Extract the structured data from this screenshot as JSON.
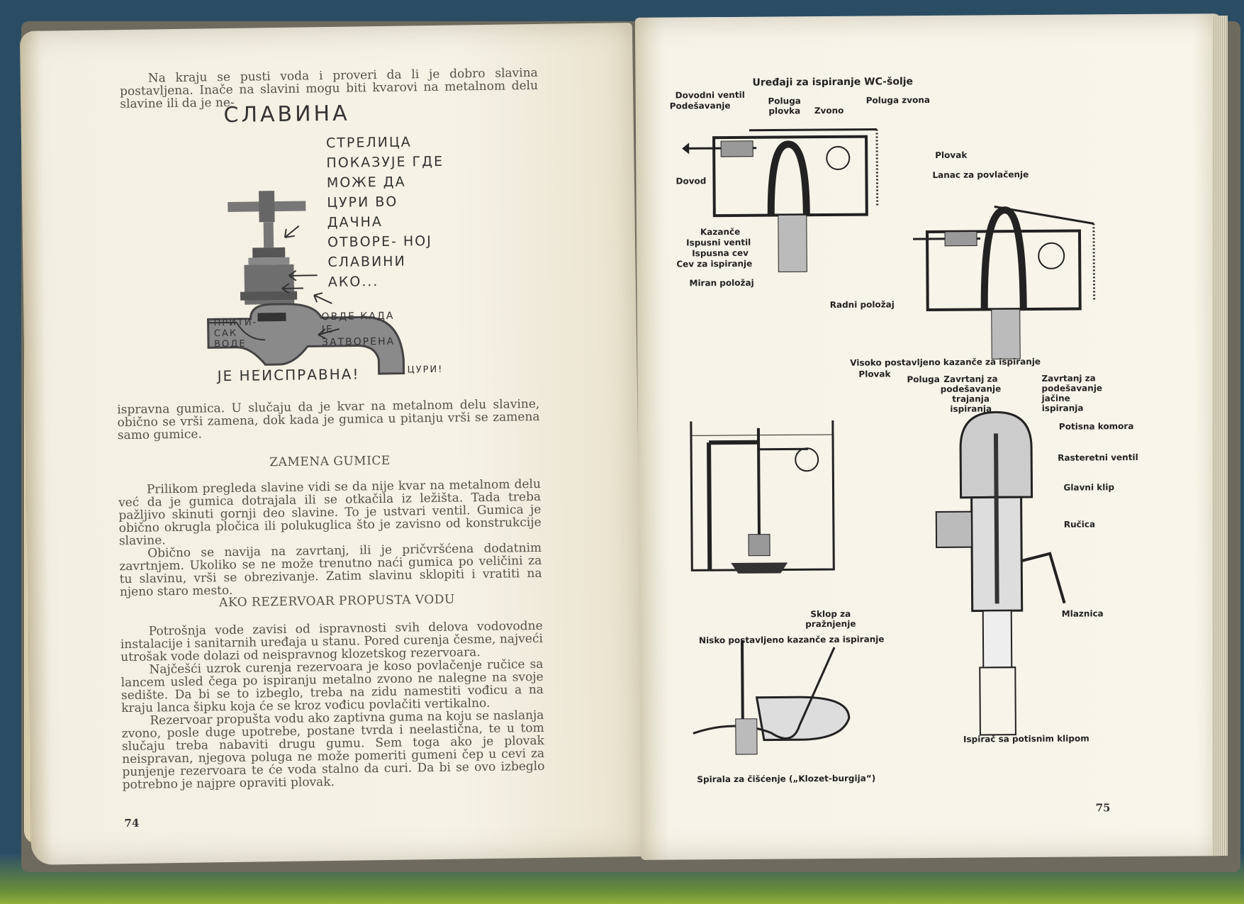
{
  "left_page": {
    "intro_lines": "Na kraju se pusti voda i proveri da li je dobro slavina postavljena. Inače na slavini mogu biti kvarovi na metalnom delu slavine ili da je ne-",
    "handwriting": {
      "title": "СЛАВИНА",
      "note": "СТРЕЛИЦА ПОКАЗУЈЕ ГДЕ МОЖЕ ДА ЦУРИ ВО ДАЧНА ОТВОРЕ- НОЈ СЛАВИНИ АКО...",
      "pressure": "ПРИТИ- САК ВОДЕ",
      "closed": "ОВДЕ КАДА ЈЕ ЗАТВОРЕНА",
      "cury": "ЦУРИ!",
      "broken": "ЈЕ НЕИСПРАВНА!"
    },
    "para1": "ispravna gumica. U slučaju da je kvar na metalnom delu slavine, obično se vrši zamena, dok kada je gumica u pitanju vrši se zamena samo gumice.",
    "heading1": "ZAMENA GUMICE",
    "para2": "Prilikom pregleda slavine vidi se da nije kvar na metalnom delu već da je gumica dotrajala ili se otkačila iz ležišta. Tada treba pažljivo skinuti gornji deo slavine. To je ustvari ventil. Gumica je obično okrugla pločica ili polukuglica što je zavisno od konstrukcije slavine.",
    "para3": "Obično se navija na zavrtanj, ili je pričvršćena dodatnim zavrtnjem. Ukoliko se ne može trenutno naći gumica po veličini za tu slavinu, vrši se obrezivanje. Zatim slavinu sklopiti i vratiti na njeno staro mesto.",
    "heading2": "AKO REZERVOAR PROPUSTA VODU",
    "para4": "Potrošnja vode zavisi od ispravnosti svih delova vodovodne instalacije i sanitarnih uređaja u stanu. Pored curenja česme, najveći utrošak vode dolazi od neispravnog klozetskog rezervoara.",
    "para5": "Najčešći uzrok curenja rezervoara je koso povlačenje ručice sa lancem usled čega po ispiranju metalno zvono ne nalegne na svoje sedište. Da bi se to izbeglo, treba na zidu namestiti vođicu a na kraju lanca šipku koja će se kroz vođicu povlačiti vertikalno.",
    "para6": "Rezervoar propušta vodu ako zaptivna guma na koju se naslanja zvono, posle duge upotrebe, postane tvrda i neelastična, te u tom slučaju treba nabaviti drugu gumu. Sem toga ako je plovak neispravan, njegova poluga ne može pomeriti gumeni čep u cevi za punjenje rezervoara te će voda stalno da curi. Da bi se ovo izbeglo potrebno je najpre opraviti plovak.",
    "page_number": "74"
  },
  "right_page": {
    "title": "Uređaji za ispiranje WC-šolje",
    "labels": {
      "dovodni_ventil": "Dovodni ventil",
      "podesavanje": "Podešavanje",
      "poluga_plovka": "Poluga plovka",
      "zvono": "Zvono",
      "poluga_zvona": "Poluga zvona",
      "plovak": "Plovak",
      "lanac": "Lanac za povlačenje",
      "dovod": "Dovod",
      "kazance": "Kazanče",
      "ispusni_ventil": "Ispusni ventil",
      "ispusna_cev": "Ispusna cev",
      "cev_ispiranje": "Cev za ispiranje",
      "miran": "Miran položaj",
      "radni": "Radni položaj",
      "visoko": "Visoko postavljeno kazanče za ispiranje",
      "plovak2": "Plovak",
      "poluga": "Poluga",
      "zavrtanj_trajanje": "Zavrtanj za podešavanje trajanja ispiranja",
      "zavrtanj_jacine": "Zavrtanj za podešavanje jačine ispiranja",
      "potisna_komora": "Potisna komora",
      "rasteretni": "Rasteretni ventil",
      "glavni_klip": "Glavni klip",
      "rucica": "Ručica",
      "mlaznica": "Mlaznica",
      "sklop": "Sklop za pražnjenje",
      "nisko": "Nisko postavljeno kazanče za ispiranje",
      "ispirac": "Ispirač sa potisnim klipom",
      "spirala": "Spirala za čišćenje („Klozet-burgija“)"
    },
    "page_number": "75"
  }
}
